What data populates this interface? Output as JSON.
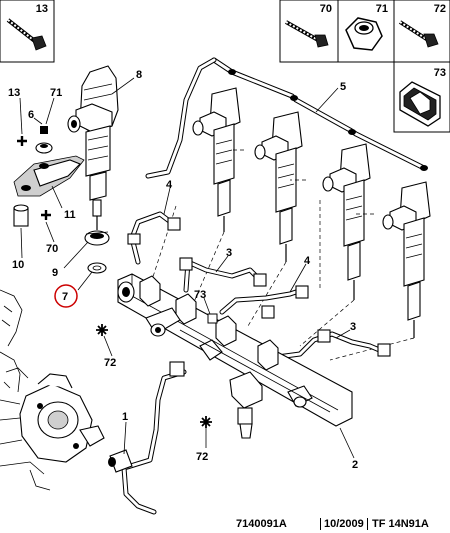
{
  "tiles": [
    {
      "num": "13",
      "icon": "bolt-icon"
    },
    {
      "num": "70",
      "icon": "bolt-icon"
    },
    {
      "num": "71",
      "icon": "nut-icon"
    },
    {
      "num": "72",
      "icon": "bolt-icon"
    },
    {
      "num": "73",
      "icon": "clip-icon"
    }
  ],
  "labels": {
    "l8": "8",
    "l13": "13",
    "l6": "6",
    "l71": "71",
    "l11": "11",
    "l70": "70",
    "l10": "10",
    "l9": "9",
    "l7": "7",
    "l5": "5",
    "l4a": "4",
    "l3a": "3",
    "l73": "73",
    "l4b": "4",
    "l3b": "3",
    "l72a": "72",
    "l1": "1",
    "l72b": "72",
    "l2": "2"
  },
  "highlight": {
    "label": "7",
    "color": "#cc0000"
  },
  "footer": {
    "code": "7140091A",
    "date": "10/2009",
    "ref": "TF 14N91A"
  }
}
